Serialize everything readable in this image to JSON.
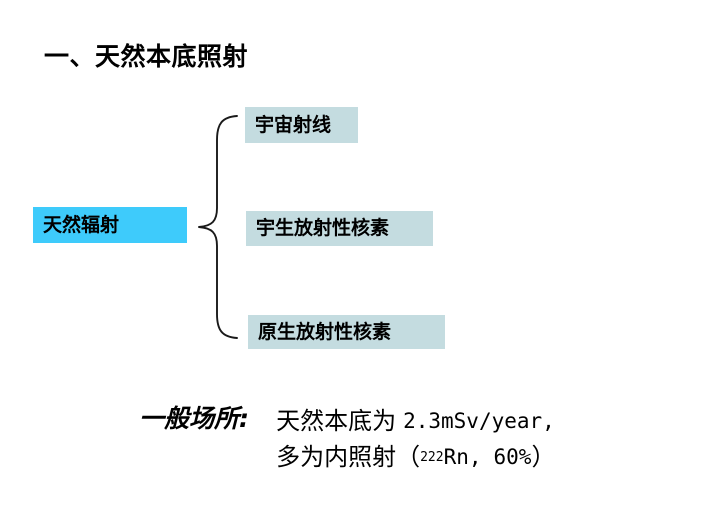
{
  "slide": {
    "title": "一、天然本底照射",
    "background_color": "#FFFFFF"
  },
  "diagram": {
    "type": "brace-grouping",
    "root": {
      "label": "天然辐射",
      "fill_color": "#3ECBFB",
      "text_color": "#000000"
    },
    "brace": {
      "icon": "right-opening-curly-brace",
      "stroke_color": "#1A1A1A"
    },
    "branches": [
      {
        "label": "宇宙射线",
        "fill_color": "#C4DCE0",
        "text_color": "#000000"
      },
      {
        "label": "宇生放射性核素",
        "fill_color": "#C4DCE0",
        "text_color": "#000000"
      },
      {
        "label": "原生放射性核素",
        "fill_color": "#C4DCE0",
        "text_color": "#000000"
      }
    ]
  },
  "note": {
    "lead_label": "一般场所:",
    "line1": {
      "cn_prefix": "天然本底为",
      "value": "2.3mSv/year,"
    },
    "line2": {
      "cn_prefix": "多为内照射",
      "open_paren": "（",
      "isotope_mass": "222",
      "isotope_symbol": "Rn,",
      "percent": "60%",
      "close_paren": "）"
    }
  }
}
